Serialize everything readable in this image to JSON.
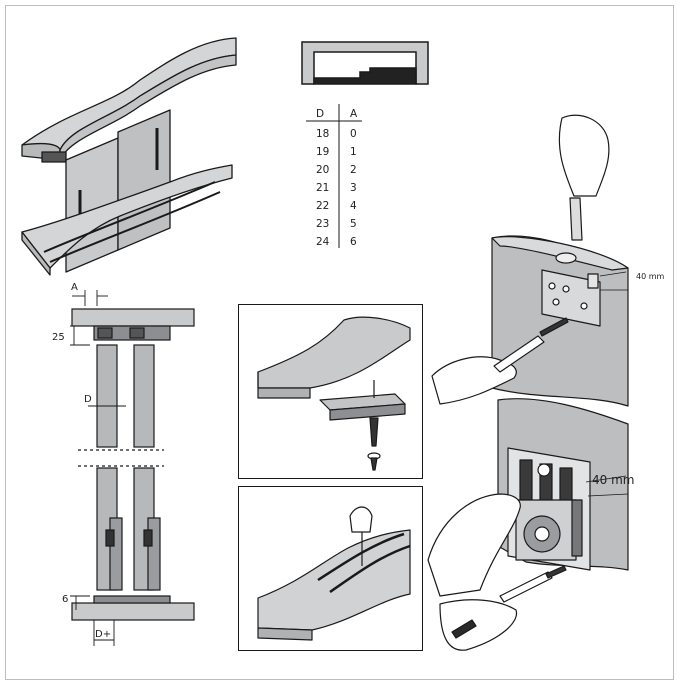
{
  "dimensions": {
    "A": "A",
    "D": "D",
    "D_plus": "D+",
    "top_gap": "25",
    "bottom_gap": "6",
    "distance_small": "40 mm",
    "distance_large": "40 mm"
  },
  "table": {
    "headers": [
      "D",
      "A"
    ],
    "rows": [
      [
        "18",
        "0"
      ],
      [
        "19",
        "1"
      ],
      [
        "20",
        "2"
      ],
      [
        "21",
        "3"
      ],
      [
        "22",
        "4"
      ],
      [
        "23",
        "5"
      ],
      [
        "24",
        "6"
      ]
    ]
  },
  "colors": {
    "panel": "#d7d8d9",
    "panel_dark": "#a7a9ac",
    "line": "#1a1a1a",
    "frame": "#b5b5b5"
  }
}
